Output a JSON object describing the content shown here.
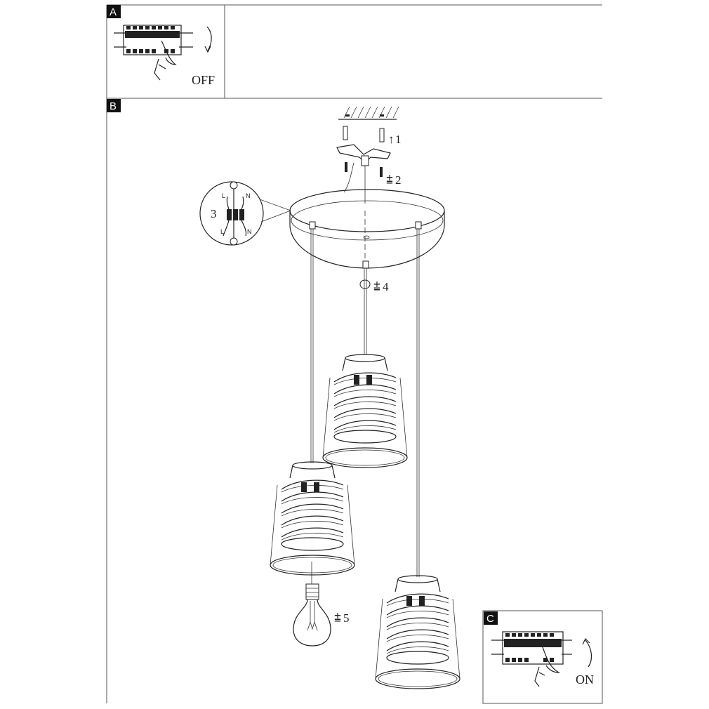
{
  "panels": {
    "A": {
      "label": "A",
      "caption": "OFF",
      "icon": "breaker-switch-off"
    },
    "B": {
      "label": "B"
    },
    "C": {
      "label": "C",
      "caption": "ON",
      "icon": "breaker-switch-on"
    }
  },
  "steps": [
    {
      "number": "1",
      "symbol": "↑",
      "description": "insert wall plugs"
    },
    {
      "number": "2",
      "symbol": "screw",
      "description": "screw mounting bracket"
    },
    {
      "number": "3",
      "symbol": "",
      "description": "connect wires"
    },
    {
      "number": "4",
      "symbol": "screw",
      "description": "fasten canopy nut"
    },
    {
      "number": "5",
      "symbol": "screw",
      "description": "screw in bulb"
    }
  ],
  "wiring": {
    "left_label": "L",
    "right_label": "N"
  }
}
